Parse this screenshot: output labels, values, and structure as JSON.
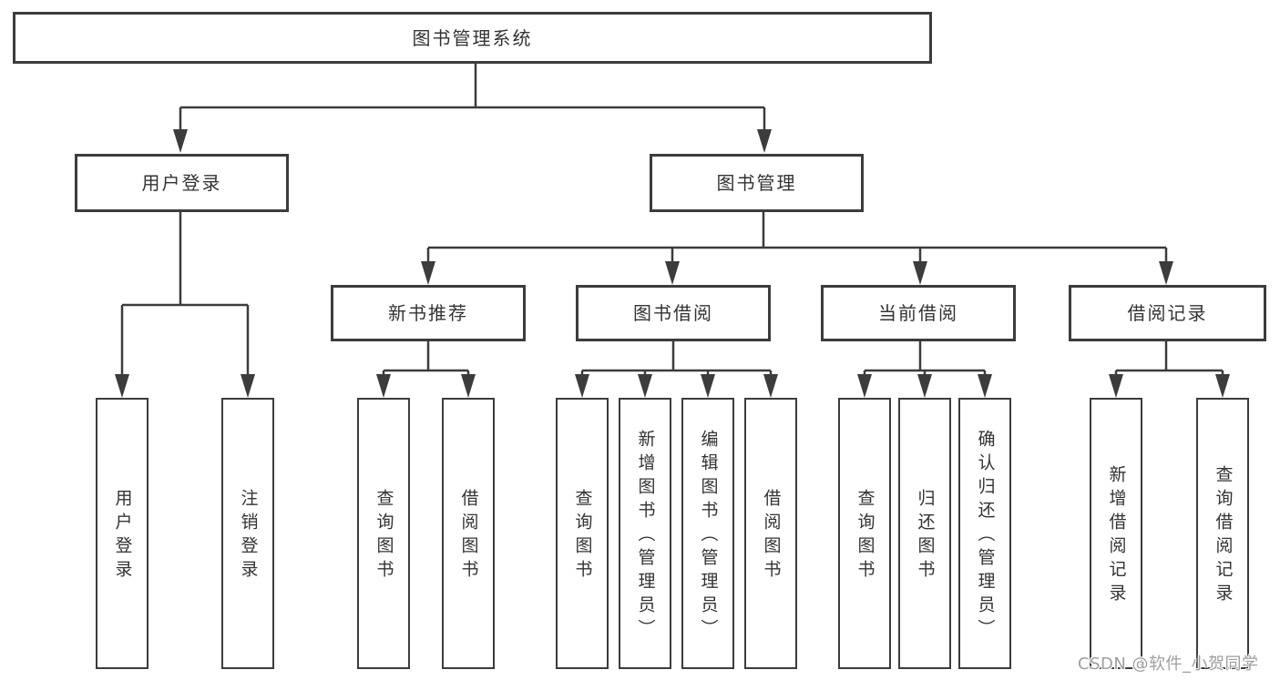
{
  "tree": {
    "label": "图书管理系统",
    "children": [
      {
        "label": "用户登录",
        "children": [
          {
            "label": "用户登录"
          },
          {
            "label": "注销登录"
          }
        ]
      },
      {
        "label": "图书管理",
        "children": [
          {
            "label": "新书推荐",
            "children": [
              {
                "label": "查询图书"
              },
              {
                "label": "借阅图书"
              }
            ]
          },
          {
            "label": "图书借阅",
            "children": [
              {
                "label": "查询图书"
              },
              {
                "label": "新增图书（管理员）"
              },
              {
                "label": "编辑图书（管理员）"
              },
              {
                "label": "借阅图书"
              }
            ]
          },
          {
            "label": "当前借阅",
            "children": [
              {
                "label": "查询图书"
              },
              {
                "label": "归还图书"
              },
              {
                "label": "确认归还（管理员）"
              }
            ]
          },
          {
            "label": "借阅记录",
            "children": [
              {
                "label": "新增借阅记录"
              },
              {
                "label": "查询借阅记录"
              }
            ]
          }
        ]
      }
    ]
  },
  "watermark": {
    "text": "CSDN @软件_小贺同学"
  },
  "colors": {
    "line": "#3c3c3c",
    "box_border": "#3c3c3c",
    "text": "#333333",
    "background": "#ffffff",
    "watermark": "#9e9e9e"
  }
}
